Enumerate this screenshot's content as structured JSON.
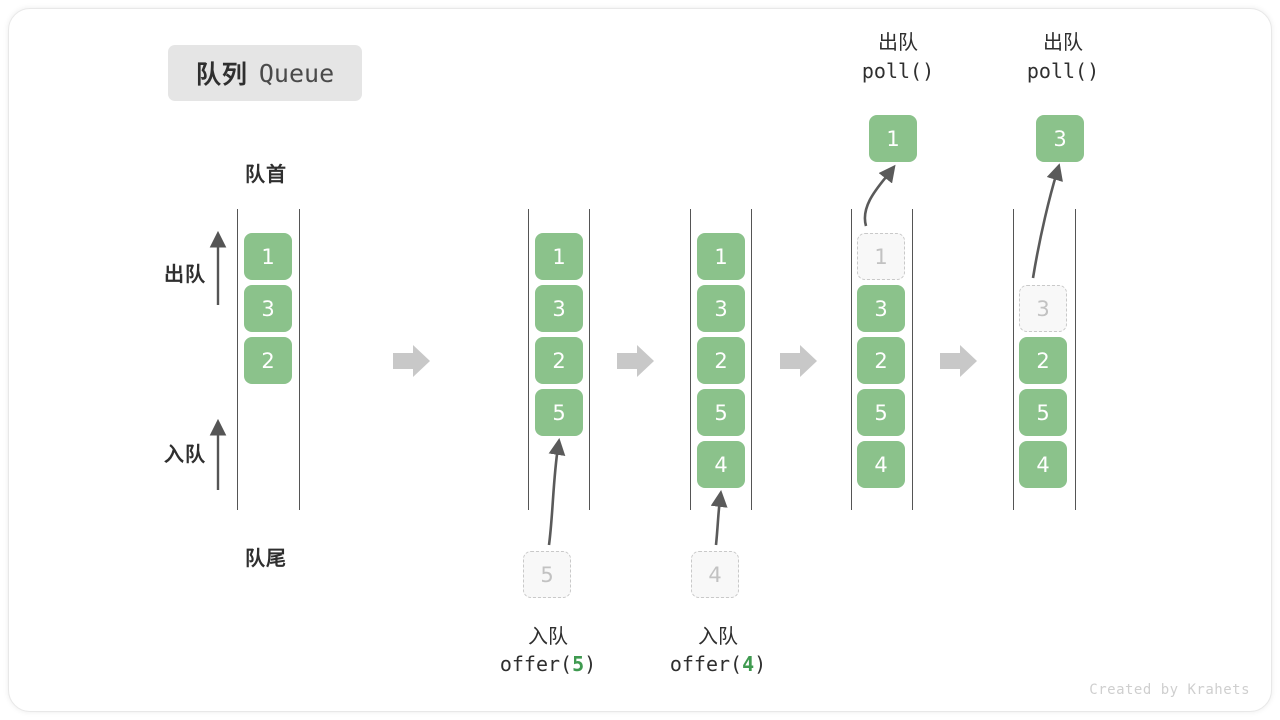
{
  "title": {
    "cn": "队列",
    "en": "Queue"
  },
  "labels": {
    "head": "队首",
    "tail": "队尾",
    "dequeue": "出队",
    "enqueue": "入队"
  },
  "colors": {
    "element_green": "#8bc28b",
    "ghost_fill": "#f8f8f8",
    "ghost_border": "#c9c9c9",
    "rail": "#555555",
    "arrow_gray": "#c8c8c8",
    "curve_arrow": "#5a5a5a",
    "badge_bg": "#e5e5e5",
    "code_number_green": "#3f9a50",
    "text": "#2f2f2f"
  },
  "columns": [
    {
      "name": "initial-queue",
      "cells": [
        {
          "value": "1",
          "state": "green"
        },
        {
          "value": "3",
          "state": "green"
        },
        {
          "value": "2",
          "state": "green"
        }
      ]
    },
    {
      "name": "after-offer-5",
      "cells": [
        {
          "value": "1",
          "state": "green"
        },
        {
          "value": "3",
          "state": "green"
        },
        {
          "value": "2",
          "state": "green"
        },
        {
          "value": "5",
          "state": "green"
        }
      ],
      "incoming": {
        "value": "5",
        "state": "ghost"
      },
      "caption": {
        "cn": "入队",
        "code_prefix": "offer(",
        "code_num": "5",
        "code_suffix": ")"
      }
    },
    {
      "name": "after-offer-4",
      "cells": [
        {
          "value": "1",
          "state": "green"
        },
        {
          "value": "3",
          "state": "green"
        },
        {
          "value": "2",
          "state": "green"
        },
        {
          "value": "5",
          "state": "green"
        },
        {
          "value": "4",
          "state": "green"
        }
      ],
      "incoming": {
        "value": "4",
        "state": "ghost"
      },
      "caption": {
        "cn": "入队",
        "code_prefix": "offer(",
        "code_num": "4",
        "code_suffix": ")"
      }
    },
    {
      "name": "after-poll-1",
      "cells": [
        {
          "value": "1",
          "state": "ghost"
        },
        {
          "value": "3",
          "state": "green"
        },
        {
          "value": "2",
          "state": "green"
        },
        {
          "value": "5",
          "state": "green"
        },
        {
          "value": "4",
          "state": "green"
        }
      ],
      "popped": {
        "value": "1",
        "state": "green"
      },
      "topcaption": {
        "cn": "出队",
        "code": "poll()"
      }
    },
    {
      "name": "after-poll-3",
      "cells": [
        {
          "value": "",
          "state": "empty"
        },
        {
          "value": "3",
          "state": "ghost"
        },
        {
          "value": "2",
          "state": "green"
        },
        {
          "value": "5",
          "state": "green"
        },
        {
          "value": "4",
          "state": "green"
        }
      ],
      "popped": {
        "value": "3",
        "state": "green"
      },
      "topcaption": {
        "cn": "出队",
        "code": "poll()"
      }
    }
  ],
  "flow_arrows": 4,
  "watermark": "Created by Krahets"
}
